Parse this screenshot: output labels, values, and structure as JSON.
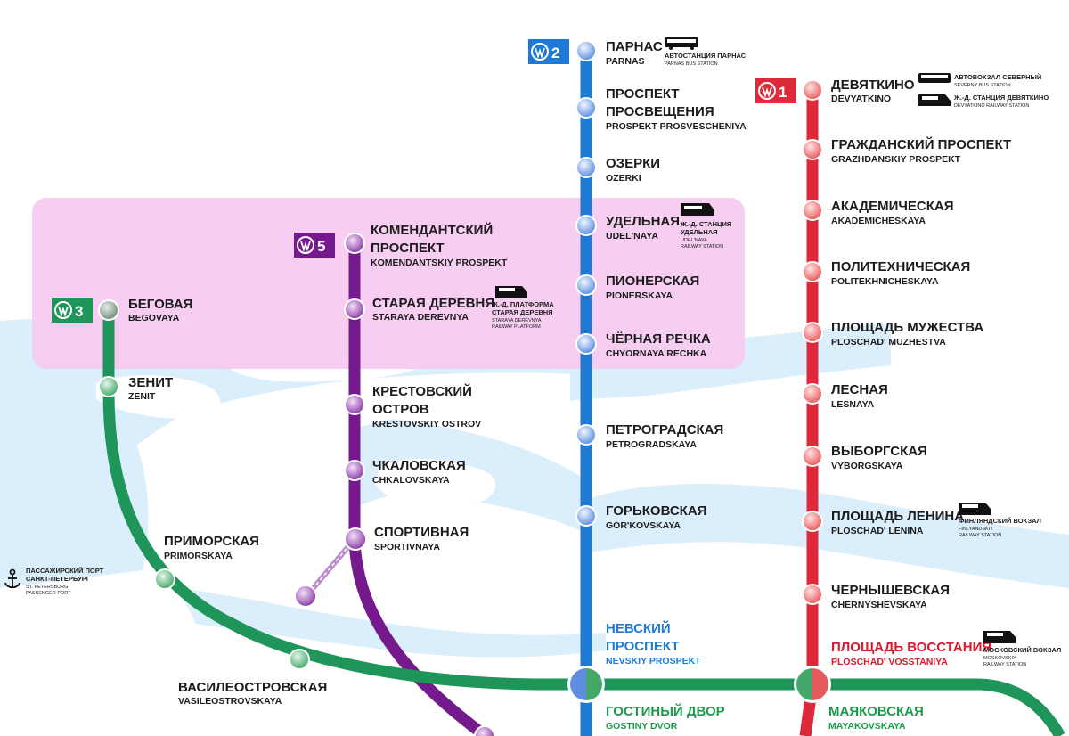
{
  "colors": {
    "line1": "#dc2a3a",
    "line2": "#1f7ad6",
    "line3": "#20955a",
    "line5": "#741a8c",
    "water": "#dbeefb",
    "highlight": "#f6c9f0",
    "text_red": "#e0162b",
    "text_blue": "#1f7ad6",
    "text_green": "#1a9a4a"
  },
  "lines": {
    "line1": {
      "number": "1"
    },
    "line2": {
      "number": "2"
    },
    "line3": {
      "number": "3"
    },
    "line5": {
      "number": "5"
    }
  },
  "stations": {
    "parnas": {
      "ru": "ПАРНАС",
      "lat": "PARNAS",
      "extra_ru": "АВТОСТАНЦИЯ ПАРНАС",
      "extra_en": "PARNAS BUS STATION"
    },
    "prosveshcheniya": {
      "ru1": "ПРОСПЕКТ",
      "ru2": "ПРОСВЕЩЕНИЯ",
      "lat": "PROSPEKT PROSVESCHENIYA"
    },
    "ozerki": {
      "ru": "ОЗЕРКИ",
      "lat": "OZERKI"
    },
    "udelnaya": {
      "ru": "УДЕЛЬНАЯ",
      "lat": "UDEL'NAYA",
      "extra_ru1": "Ж.-Д. СТАНЦИЯ",
      "extra_ru2": "УДЕЛЬНАЯ",
      "extra_en1": "UDEL'NAYA",
      "extra_en2": "RAILWAY STATION"
    },
    "pionerskaya": {
      "ru": "ПИОНЕРСКАЯ",
      "lat": "PIONERSKAYA"
    },
    "chyornaya": {
      "ru": "ЧЁРНАЯ РЕЧКА",
      "lat": "CHYORNAYA RECHKA"
    },
    "petrogradskaya": {
      "ru": "ПЕТРОГРАДСКАЯ",
      "lat": "PETROGRADSKAYA"
    },
    "gorkovskaya": {
      "ru": "ГОРЬКОВСКАЯ",
      "lat": "GOR'KOVSKAYA"
    },
    "nevsky": {
      "ru1": "НЕВСКИЙ",
      "ru2": "ПРОСПЕКТ",
      "lat": "NEVSKIY PROSPEKT"
    },
    "gostiny": {
      "ru": "ГОСТИНЫЙ ДВОР",
      "lat": "GOSTINY DVOR"
    },
    "devyatkino": {
      "ru": "ДЕВЯТКИНО",
      "lat": "DEVYATKINO",
      "bus_ru": "АВТОВОКЗАЛ СЕВЕРНЫЙ",
      "bus_en": "SEVERNY BUS STATION",
      "rail_ru": "Ж.-Д. СТАНЦИЯ ДЕВЯТКИНО",
      "rail_en": "DEVYATKINO RAILWAY STATION"
    },
    "grazhdansky": {
      "ru": "ГРАЖДАНСКИЙ ПРОСПЕКТ",
      "lat": "GRAZHDANSKIY PROSPEKT"
    },
    "akademicheskaya": {
      "ru": "АКАДЕМИЧЕСКАЯ",
      "lat": "AKADEMICHESKAYA"
    },
    "politekhnicheskaya": {
      "ru": "ПОЛИТЕХНИЧЕСКАЯ",
      "lat": "POLITEKHNICHESKAYA"
    },
    "muzhestva": {
      "ru": "ПЛОЩАДЬ МУЖЕСТВА",
      "lat": "PLOSCHAD' MUZHESTVA"
    },
    "lesnaya": {
      "ru": "ЛЕСНАЯ",
      "lat": "LESNAYA"
    },
    "vyborgskaya": {
      "ru": "ВЫБОРГСКАЯ",
      "lat": "VYBORGSKAYA"
    },
    "lenina": {
      "ru": "ПЛОЩАДЬ ЛЕНИНА",
      "lat": "PLOSCHAD' LENINA",
      "extra_ru": "ФИНЛЯНДСКИЙ ВОКЗАЛ",
      "extra_en1": "FINLYANDSKIY",
      "extra_en2": "RAILWAY STATION"
    },
    "chernyshevskaya": {
      "ru": "ЧЕРНЫШЕВСКАЯ",
      "lat": "CHERNYSHEVSKAYA"
    },
    "vosstaniya": {
      "ru": "ПЛОЩАДЬ ВОССТАНИЯ",
      "lat": "PLOSCHAD' VOSSTANIYA",
      "extra_ru": "МОСКОВСКИЙ ВОКЗАЛ",
      "extra_en1": "MOSKOVSKIY",
      "extra_en2": "RAILWAY STATION"
    },
    "mayakovskaya": {
      "ru": "МАЯКОВСКАЯ",
      "lat": "MAYAKOVSKAYA"
    },
    "komendantsky": {
      "ru1": "КОМЕНДАНТСКИЙ",
      "ru2": "ПРОСПЕКТ",
      "lat": "KOMENDANTSKIY PROSPEKT"
    },
    "staraya": {
      "ru": "СТАРАЯ ДЕРЕВНЯ",
      "lat": "STARAYA DEREVNYA",
      "extra_ru1": "Ж.-Д. ПЛАТФОРМА",
      "extra_ru2": "СТАРАЯ ДЕРЕВНЯ",
      "extra_en1": "STARAYA DEREVNYA",
      "extra_en2": "RAILWAY PLATFORM"
    },
    "krestovsky": {
      "ru1": "КРЕСТОВСКИЙ",
      "ru2": "ОСТРОВ",
      "lat": "KRESTOVSKIY OSTROV"
    },
    "chkalovskaya": {
      "ru": "ЧКАЛОВСКАЯ",
      "lat": "CHKALOVSKAYA"
    },
    "sportivnaya": {
      "ru": "СПОРТИВНАЯ",
      "lat": "SPORTIVNAYA"
    },
    "begovaya": {
      "ru": "БЕГОВАЯ",
      "lat": "BEGOVAYA"
    },
    "zenit": {
      "ru": "ЗЕНИТ",
      "lat": "ZENIT"
    },
    "primorskaya": {
      "ru": "ПРИМОРСКАЯ",
      "lat": "PRIMORSKAYA"
    },
    "vasileostrovskaya": {
      "ru": "ВАСИЛЕОСТРОВСКАЯ",
      "lat": "VASILEOSTROVSKAYA"
    }
  },
  "port": {
    "ru1": "ПАССАЖИРСКИЙ ПОРТ",
    "ru2": "САНКТ-ПЕТЕРБУРГ",
    "en1": "ST. PETERSBURG",
    "en2": "PASSENGER PORT"
  }
}
